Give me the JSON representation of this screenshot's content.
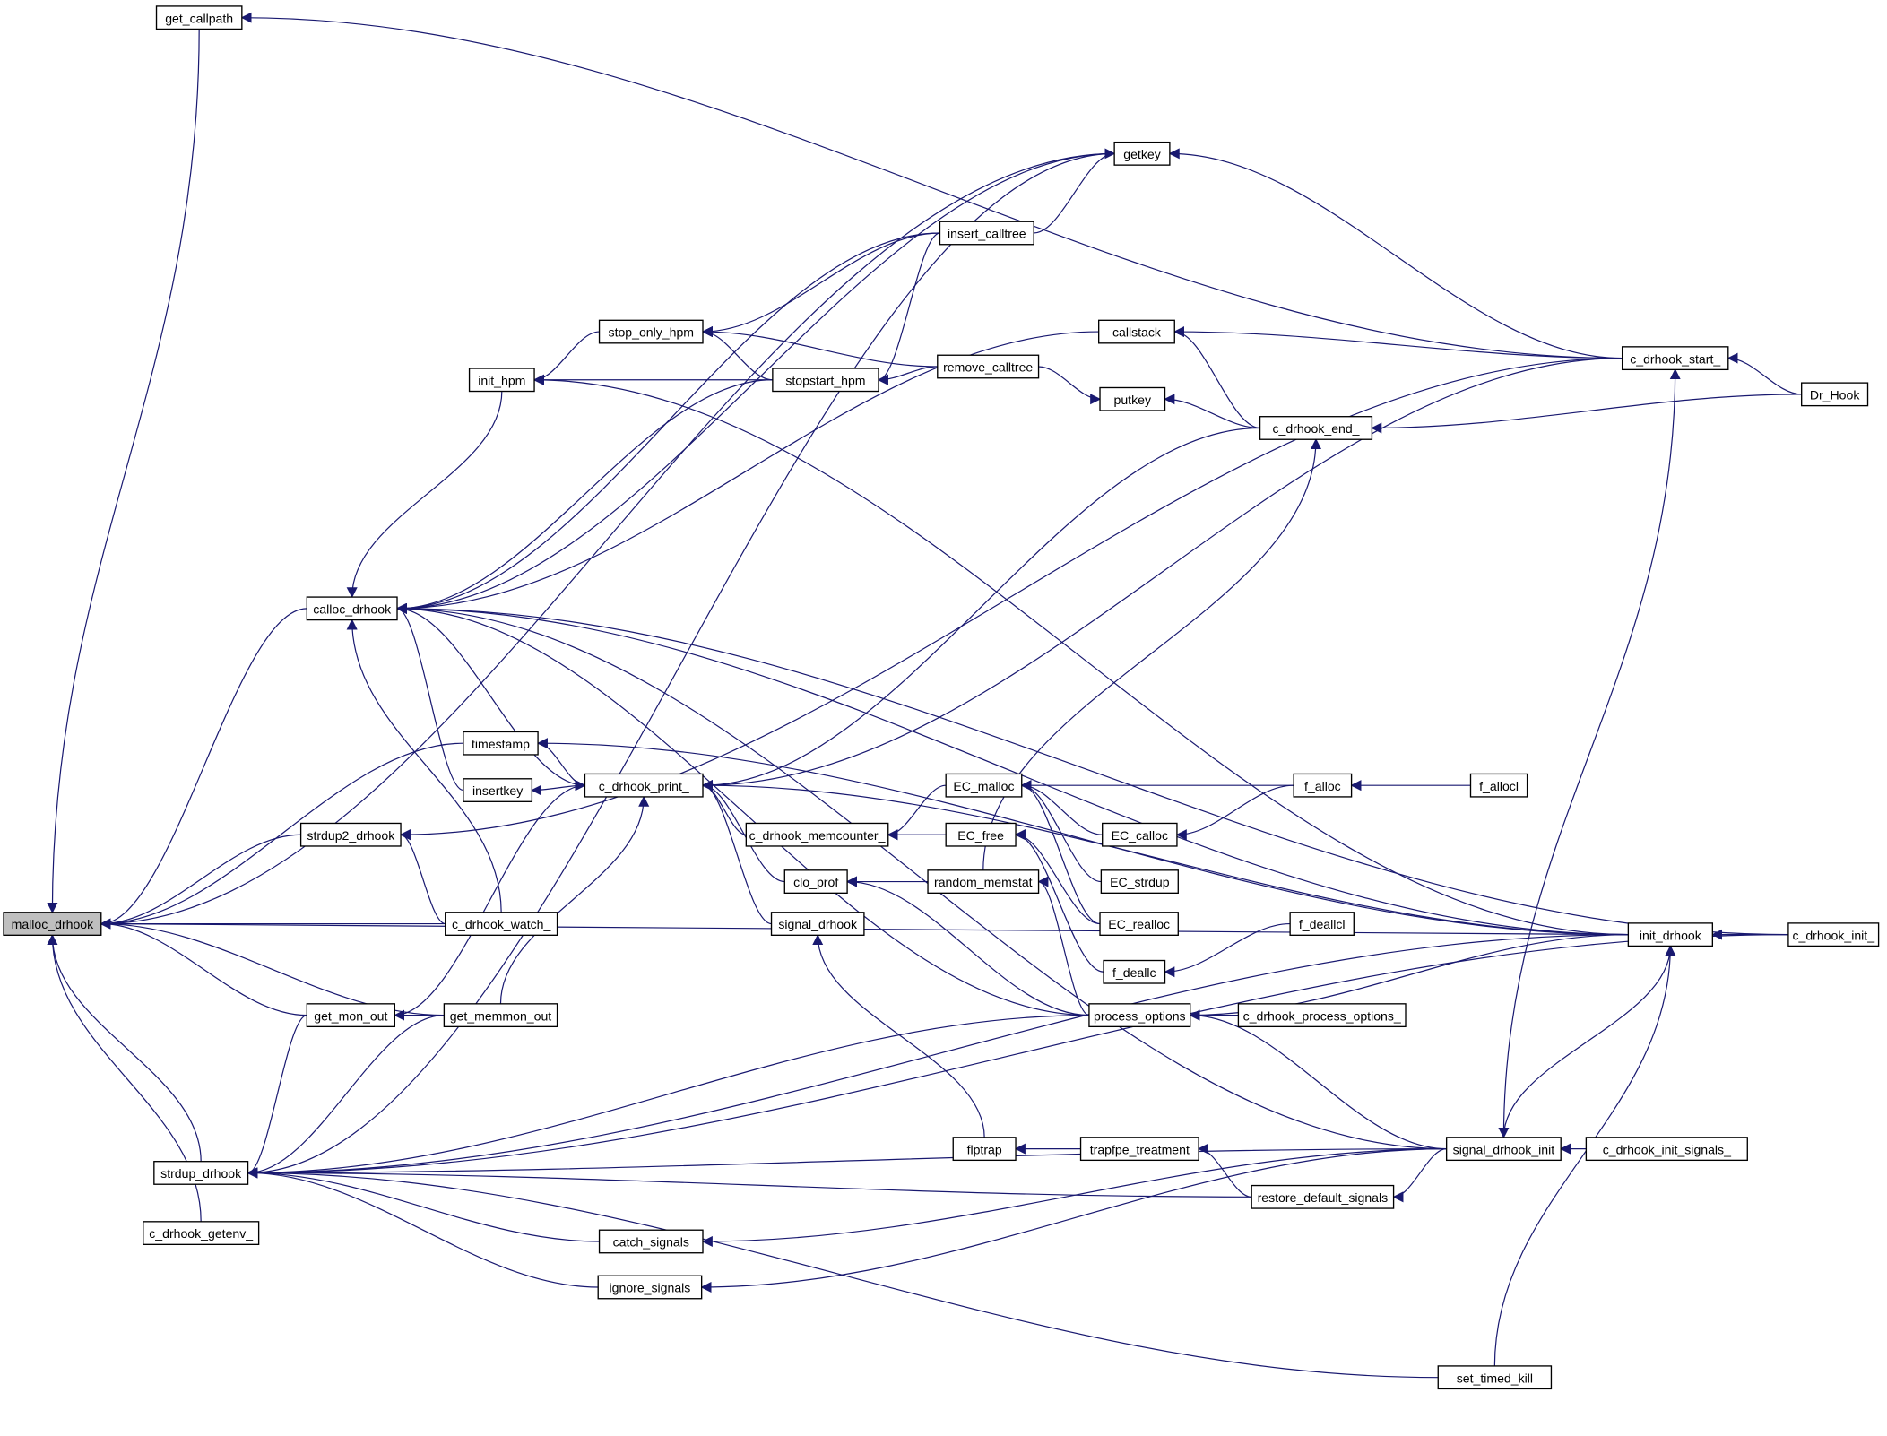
{
  "graph": {
    "edge_color": "#191970",
    "root_fill": "#bfbfbf",
    "root": "malloc_drhook",
    "nodes": [
      "malloc_drhook",
      "get_callpath",
      "getkey",
      "insert_calltree",
      "callstack",
      "stop_only_hpm",
      "remove_calltree",
      "c_drhook_start_",
      "Dr_Hook",
      "init_hpm",
      "stopstart_hpm",
      "putkey",
      "c_drhook_end_",
      "calloc_drhook",
      "timestamp",
      "insertkey",
      "c_drhook_print_",
      "EC_malloc",
      "f_alloc",
      "f_allocl",
      "strdup2_drhook",
      "c_drhook_memcounter_",
      "EC_calloc",
      "EC_free",
      "clo_prof",
      "random_memstat",
      "EC_strdup",
      "c_drhook_watch_",
      "signal_drhook",
      "EC_realloc",
      "f_deallcl",
      "init_drhook",
      "c_drhook_init_",
      "f_deallc",
      "get_mon_out",
      "get_memmon_out",
      "process_options",
      "c_drhook_process_options_",
      "flptrap",
      "trapfpe_treatment",
      "signal_drhook_init",
      "c_drhook_init_signals_",
      "strdup_drhook",
      "c_drhook_getenv_",
      "restore_default_signals",
      "catch_signals",
      "ignore_signals",
      "set_timed_kill"
    ],
    "edges": [
      [
        "get_callpath",
        "malloc_drhook"
      ],
      [
        "getkey",
        "malloc_drhook"
      ],
      [
        "calloc_drhook",
        "malloc_drhook"
      ],
      [
        "strdup2_drhook",
        "malloc_drhook"
      ],
      [
        "timestamp",
        "malloc_drhook"
      ],
      [
        "c_drhook_watch_",
        "malloc_drhook"
      ],
      [
        "get_mon_out",
        "malloc_drhook"
      ],
      [
        "get_memmon_out",
        "malloc_drhook"
      ],
      [
        "init_drhook",
        "malloc_drhook"
      ],
      [
        "strdup_drhook",
        "malloc_drhook"
      ],
      [
        "c_drhook_getenv_",
        "malloc_drhook"
      ],
      [
        "c_drhook_start_",
        "get_callpath"
      ],
      [
        "insert_calltree",
        "getkey"
      ],
      [
        "c_drhook_start_",
        "getkey"
      ],
      [
        "getkey",
        "calloc_drhook"
      ],
      [
        "insert_calltree",
        "calloc_drhook"
      ],
      [
        "callstack",
        "calloc_drhook"
      ],
      [
        "stopstart_hpm",
        "calloc_drhook"
      ],
      [
        "init_hpm",
        "calloc_drhook"
      ],
      [
        "insertkey",
        "calloc_drhook"
      ],
      [
        "c_drhook_print_",
        "calloc_drhook"
      ],
      [
        "c_drhook_watch_",
        "calloc_drhook"
      ],
      [
        "process_options",
        "calloc_drhook"
      ],
      [
        "signal_drhook_init",
        "calloc_drhook"
      ],
      [
        "init_drhook",
        "calloc_drhook"
      ],
      [
        "c_drhook_init_",
        "calloc_drhook"
      ],
      [
        "getkey",
        "strdup_drhook"
      ],
      [
        "get_mon_out",
        "strdup_drhook"
      ],
      [
        "get_memmon_out",
        "strdup_drhook"
      ],
      [
        "process_options",
        "strdup_drhook"
      ],
      [
        "restore_default_signals",
        "strdup_drhook"
      ],
      [
        "catch_signals",
        "strdup_drhook"
      ],
      [
        "ignore_signals",
        "strdup_drhook"
      ],
      [
        "init_drhook",
        "strdup_drhook"
      ],
      [
        "set_timed_kill",
        "strdup_drhook"
      ],
      [
        "c_drhook_init_",
        "strdup_drhook"
      ],
      [
        "signal_drhook_init",
        "strdup_drhook"
      ],
      [
        "stop_only_hpm",
        "init_hpm"
      ],
      [
        "stopstart_hpm",
        "init_hpm"
      ],
      [
        "init_drhook",
        "init_hpm"
      ],
      [
        "insert_calltree",
        "stop_only_hpm"
      ],
      [
        "remove_calltree",
        "stop_only_hpm"
      ],
      [
        "stopstart_hpm",
        "stop_only_hpm"
      ],
      [
        "insert_calltree",
        "stopstart_hpm"
      ],
      [
        "remove_calltree",
        "stopstart_hpm"
      ],
      [
        "remove_calltree",
        "putkey"
      ],
      [
        "c_drhook_end_",
        "putkey"
      ],
      [
        "c_drhook_start_",
        "callstack"
      ],
      [
        "c_drhook_end_",
        "callstack"
      ],
      [
        "Dr_Hook",
        "c_drhook_start_"
      ],
      [
        "signal_drhook_init",
        "c_drhook_start_"
      ],
      [
        "Dr_Hook",
        "c_drhook_end_"
      ],
      [
        "c_drhook_start_",
        "strdup2_drhook"
      ],
      [
        "c_drhook_watch_",
        "strdup2_drhook"
      ],
      [
        "init_drhook",
        "timestamp"
      ],
      [
        "timestamp",
        "c_drhook_print_"
      ],
      [
        "c_drhook_print_",
        "insertkey"
      ],
      [
        "c_drhook_start_",
        "c_drhook_print_"
      ],
      [
        "c_drhook_end_",
        "c_drhook_print_"
      ],
      [
        "init_drhook",
        "c_drhook_print_"
      ],
      [
        "c_drhook_memcounter_",
        "c_drhook_print_"
      ],
      [
        "clo_prof",
        "c_drhook_print_"
      ],
      [
        "signal_drhook",
        "c_drhook_print_"
      ],
      [
        "get_mon_out",
        "c_drhook_print_"
      ],
      [
        "get_memmon_out",
        "c_drhook_print_"
      ],
      [
        "EC_malloc",
        "c_drhook_memcounter_"
      ],
      [
        "EC_free",
        "c_drhook_memcounter_"
      ],
      [
        "f_alloc",
        "EC_malloc"
      ],
      [
        "EC_calloc",
        "EC_malloc"
      ],
      [
        "EC_strdup",
        "EC_malloc"
      ],
      [
        "EC_realloc",
        "EC_malloc"
      ],
      [
        "EC_realloc",
        "EC_free"
      ],
      [
        "f_deallc",
        "EC_free"
      ],
      [
        "f_allocl",
        "f_alloc"
      ],
      [
        "f_alloc",
        "EC_calloc"
      ],
      [
        "f_deallcl",
        "f_deallc"
      ],
      [
        "random_memstat",
        "clo_prof"
      ],
      [
        "process_options",
        "clo_prof"
      ],
      [
        "process_options",
        "random_memstat"
      ],
      [
        "random_memstat",
        "c_drhook_end_"
      ],
      [
        "flptrap",
        "signal_drhook"
      ],
      [
        "trapfpe_treatment",
        "flptrap"
      ],
      [
        "restore_default_signals",
        "trapfpe_treatment"
      ],
      [
        "signal_drhook_init",
        "restore_default_signals"
      ],
      [
        "init_drhook",
        "process_options"
      ],
      [
        "c_drhook_process_options_",
        "process_options"
      ],
      [
        "signal_drhook_init",
        "process_options"
      ],
      [
        "init_drhook",
        "signal_drhook_init"
      ],
      [
        "c_drhook_init_signals_",
        "signal_drhook_init"
      ],
      [
        "signal_drhook_init",
        "catch_signals"
      ],
      [
        "signal_drhook_init",
        "ignore_signals"
      ],
      [
        "c_drhook_init_",
        "init_drhook"
      ],
      [
        "set_timed_kill",
        "init_drhook"
      ],
      [
        "get_memmon_out",
        "get_mon_out"
      ]
    ]
  }
}
